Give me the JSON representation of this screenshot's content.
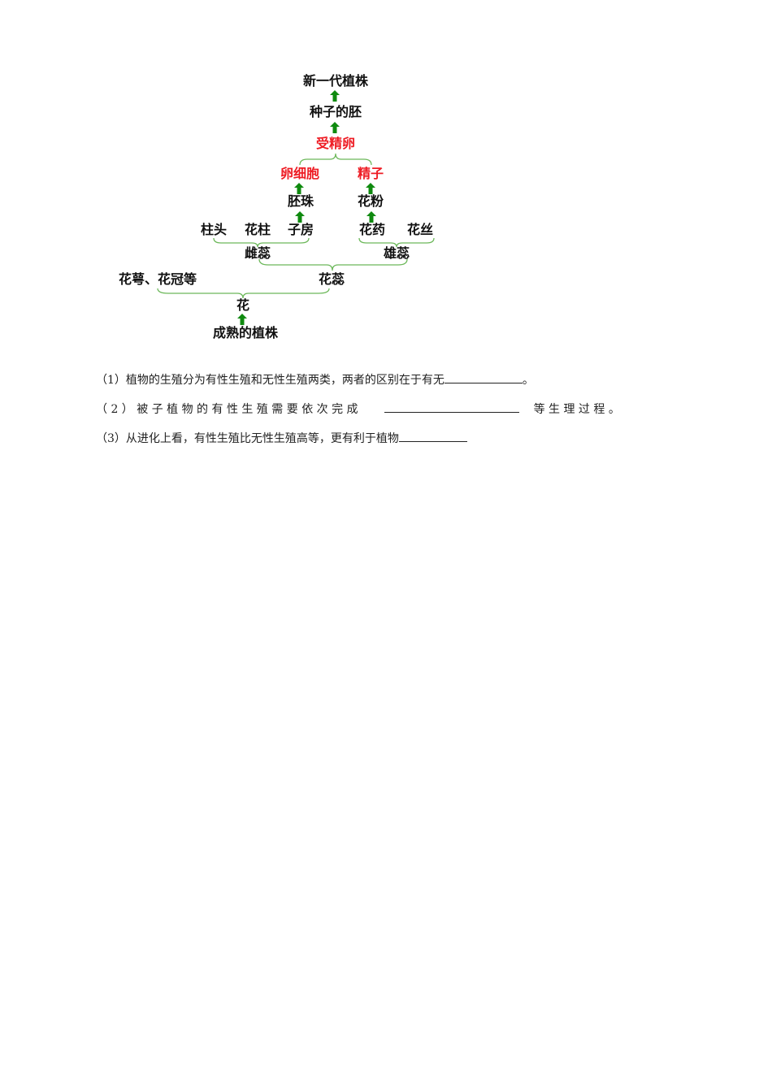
{
  "diagram": {
    "colors": {
      "arrow": "#0f8a0f",
      "brace": "#6cb85a",
      "highlight": "#ee1c24",
      "text": "#111111"
    },
    "nodes": {
      "new_plant": "新一代植株",
      "seed_embryo": "种子的胚",
      "fertilized_egg": "受精卵",
      "egg_cell": "卵细胞",
      "sperm": "精子",
      "ovule": "胚珠",
      "pollen": "花粉",
      "stigma": "柱头",
      "style": "花柱",
      "ovary": "子房",
      "anther": "花药",
      "filament": "花丝",
      "pistil": "雌蕊",
      "stamen": "雄蕊",
      "sepal_petal": "花萼、花冠等",
      "stamen_pistil": "花蕊",
      "flower": "花",
      "mature_plant": "成熟的植株"
    },
    "arrow_icon": "up-arrow-icon"
  },
  "questions": [
    {
      "prefix": "（1）植物的生殖分为有性生殖和无性生殖两类，两者的区别在于有无",
      "suffix": "。"
    },
    {
      "prefix": "（ 2 ） 被 子 植 物 的 有 性 生 殖 需 要 依 次 完 成",
      "suffix": "等 生 理 过 程 。"
    },
    {
      "prefix": "（3）从进化上看，有性生殖比无性生殖高等，更有利于植物",
      "suffix": ""
    }
  ]
}
